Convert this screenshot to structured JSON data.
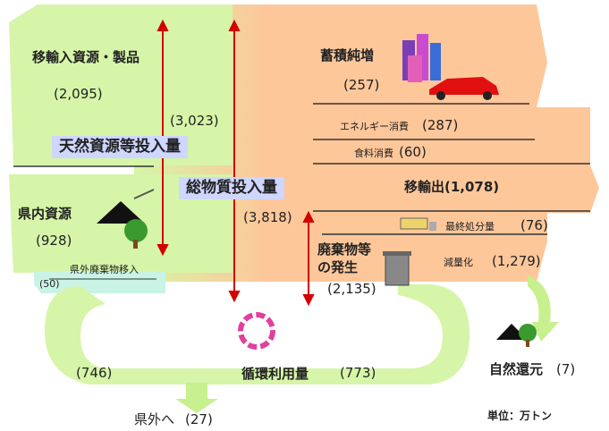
{
  "diagram": {
    "import": {
      "label": "移輸入資源・製品",
      "value": "(2,095)"
    },
    "natural_input": {
      "label": "天然資源等投入量",
      "value": "(3,023)"
    },
    "domestic": {
      "label": "県内資源",
      "value": "(928)"
    },
    "waste_in": {
      "label": "県外廃棄物移入",
      "value": "(50)"
    },
    "total_input": {
      "label": "総物質投入量",
      "value": "(3,818)"
    },
    "stock": {
      "label": "蓄積純増",
      "value": "(257)"
    },
    "energy": {
      "label": "エネルギー消費",
      "value": "(287)"
    },
    "food": {
      "label": "食料消費",
      "value": "(60)"
    },
    "export": {
      "label": "移輸出(1,078)"
    },
    "final_disposal": {
      "label": "最終処分量",
      "value": "(76)"
    },
    "waste_gen": {
      "label_line1": "廃棄物等",
      "label_line2": "の発生",
      "value": "(2,135)"
    },
    "reduction": {
      "label": "減量化",
      "value": "(1,279)"
    },
    "natural_return": {
      "label": "自然還元",
      "value": "(7)"
    },
    "recycle": {
      "label": "循環利用量",
      "value": "(773)",
      "left_value": "(746)"
    },
    "out_pref": {
      "label": "県外へ",
      "value": "(27)"
    },
    "unit": "単位：万トン"
  },
  "colors": {
    "green": "#d6f5a8",
    "peach": "#fdc79a",
    "red": "#d40000",
    "blue_box": "#cfd6ff"
  }
}
